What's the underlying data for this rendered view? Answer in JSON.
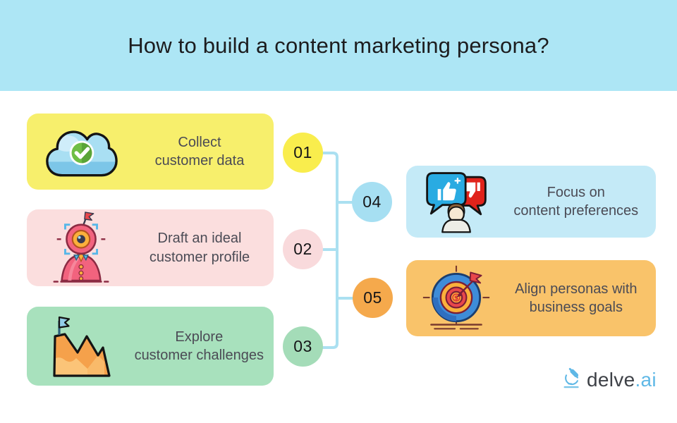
{
  "header": {
    "title": "How to build a content marketing persona?",
    "bg_color": "#ADE6F5"
  },
  "steps": [
    {
      "id": "01",
      "line1": "Collect",
      "line2": "customer data",
      "icon": "cloud-check-icon",
      "box_color": "#F7EF6C",
      "circle_color": "#F9ED4D"
    },
    {
      "id": "02",
      "line1": "Draft an ideal",
      "line2": "customer profile",
      "icon": "persona-target-icon",
      "box_color": "#FBDEDE",
      "circle_color": "#F9DADC"
    },
    {
      "id": "03",
      "line1": "Explore",
      "line2": "customer challenges",
      "icon": "mountain-flag-icon",
      "box_color": "#A8E1BD",
      "circle_color": "#A4DCB8"
    },
    {
      "id": "04",
      "line1": "Focus on",
      "line2": "content preferences",
      "icon": "feedback-bubbles-icon",
      "box_color": "#C4EAF7",
      "circle_color": "#A6DFF2"
    },
    {
      "id": "05",
      "line1": "Align personas with",
      "line2": "business goals",
      "icon": "dartboard-dollar-icon",
      "box_color": "#F9C36A",
      "circle_color": "#F5A94C"
    }
  ],
  "connector": {
    "color": "#ABE0F1"
  },
  "logo": {
    "main": "delve",
    "suffix": ".ai",
    "icon": "microscope-icon",
    "main_color": "#3E4147",
    "accent_color": "#5FB8E6"
  },
  "colors": {
    "body_text": "#4B4B55",
    "number_text": "#161618",
    "title_text": "#1C1C1E"
  }
}
